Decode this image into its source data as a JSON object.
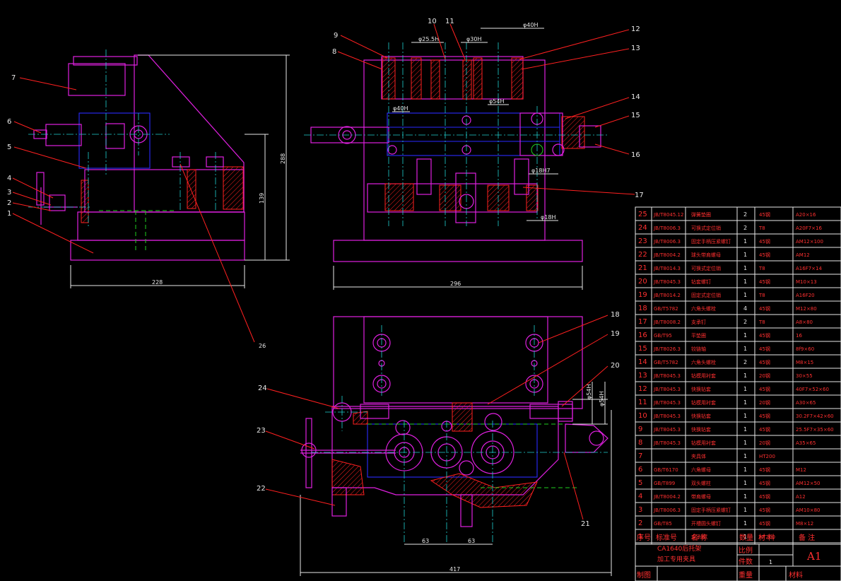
{
  "callouts_left": [
    "7",
    "6",
    "5",
    "4",
    "3",
    "2",
    "1",
    "26"
  ],
  "callouts_top": [
    "9",
    "8",
    "10",
    "11",
    "12",
    "13",
    "14",
    "15",
    "16",
    "17"
  ],
  "callouts_bottom": [
    "18",
    "19",
    "20",
    "24",
    "23",
    "22",
    "21"
  ],
  "dims": {
    "left_width": "228",
    "left_height_outer": "288",
    "left_height_inner": "139",
    "top_width": "296",
    "d1": "φ25.5H",
    "d2": "φ30H",
    "d3": "φ40H",
    "d4": "φ40H",
    "d5": "φ54H",
    "d6": "φ18H7",
    "d7": "φ18H",
    "b_63a": "63",
    "b_63b": "63",
    "b_417": "417",
    "b_v1": "φ54H",
    "b_v2": "φ54H"
  },
  "parts": [
    {
      "no": "25",
      "std": "JB/T8045.12",
      "name": "弹簧垫圈",
      "qty": "2",
      "mat": "45钢",
      "note": "A20×16"
    },
    {
      "no": "24",
      "std": "JB/T8006.3",
      "name": "可换式定位销",
      "qty": "2",
      "mat": "T8",
      "note": "A20F7×16"
    },
    {
      "no": "23",
      "std": "JB/T8006.3",
      "name": "固定手柄压紧螺钉",
      "qty": "1",
      "mat": "45钢",
      "note": "AM12×100"
    },
    {
      "no": "22",
      "std": "JB/T8004.2",
      "name": "球头带肩螺母",
      "qty": "1",
      "mat": "45钢",
      "note": "AM12"
    },
    {
      "no": "21",
      "std": "JB/T8014.3",
      "name": "可换式定位销",
      "qty": "1",
      "mat": "T8",
      "note": "A16F7×14"
    },
    {
      "no": "20",
      "std": "JB/T8045.3",
      "name": "钻套螺钉",
      "qty": "1",
      "mat": "45钢",
      "note": "M10×13"
    },
    {
      "no": "19",
      "std": "JB/T8014.2",
      "name": "固定式定位销",
      "qty": "1",
      "mat": "T8",
      "note": "A16F20"
    },
    {
      "no": "18",
      "std": "GB/T5782",
      "name": "六角头螺栓",
      "qty": "4",
      "mat": "45钢",
      "note": "M12×80"
    },
    {
      "no": "17",
      "std": "JB/T8008.2",
      "name": "支承钉",
      "qty": "2",
      "mat": "T8",
      "note": "A8×80"
    },
    {
      "no": "16",
      "std": "GB/T95",
      "name": "平垫圈",
      "qty": "1",
      "mat": "45钢",
      "note": "16"
    },
    {
      "no": "15",
      "std": "JB/T8026.3",
      "name": "铰链轴",
      "qty": "1",
      "mat": "45钢",
      "note": "8f9×60"
    },
    {
      "no": "14",
      "std": "GB/T5782",
      "name": "六角头螺栓",
      "qty": "2",
      "mat": "45钢",
      "note": "M8×15"
    },
    {
      "no": "13",
      "std": "JB/T8045.3",
      "name": "钻模用衬套",
      "qty": "1",
      "mat": "20钢",
      "note": "30×55"
    },
    {
      "no": "12",
      "std": "JB/T8045.3",
      "name": "快换钻套",
      "qty": "1",
      "mat": "45钢",
      "note": "40F7×52×60"
    },
    {
      "no": "11",
      "std": "JB/T8045.3",
      "name": "钻模用衬套",
      "qty": "1",
      "mat": "20钢",
      "note": "A30×65"
    },
    {
      "no": "10",
      "std": "JB/T8045.3",
      "name": "快换钻套",
      "qty": "1",
      "mat": "45钢",
      "note": "30.2F7×42×60"
    },
    {
      "no": "9",
      "std": "JB/T8045.3",
      "name": "快换钻套",
      "qty": "1",
      "mat": "45钢",
      "note": "25.5F7×35×60"
    },
    {
      "no": "8",
      "std": "JB/T8045.3",
      "name": "钻模用衬套",
      "qty": "1",
      "mat": "20钢",
      "note": "A35×65"
    },
    {
      "no": "7",
      "std": "",
      "name": "夹具体",
      "qty": "1",
      "mat": "HT200",
      "note": ""
    },
    {
      "no": "6",
      "std": "GB/T6170",
      "name": "六角螺母",
      "qty": "1",
      "mat": "45钢",
      "note": "M12"
    },
    {
      "no": "5",
      "std": "GB/T899",
      "name": "双头螺柱",
      "qty": "1",
      "mat": "45钢",
      "note": "AM12×50"
    },
    {
      "no": "4",
      "std": "JB/T8004.2",
      "name": "带肩螺母",
      "qty": "1",
      "mat": "45钢",
      "note": "A12"
    },
    {
      "no": "3",
      "std": "JB/T8006.3",
      "name": "固定手柄压紧螺钉",
      "qty": "1",
      "mat": "45钢",
      "note": "AM10×80"
    },
    {
      "no": "2",
      "std": "GB/T85",
      "name": "开槽圆头螺钉",
      "qty": "1",
      "mat": "45钢",
      "note": "M8×12"
    },
    {
      "no": "1",
      "std": "",
      "name": "支承板",
      "qty": "1",
      "mat": "HT200",
      "note": ""
    }
  ],
  "table_header": {
    "no": "序号",
    "std": "标准号",
    "name": "名    称",
    "qty": "数量",
    "mat": "材  料",
    "note": "备    注"
  },
  "title_block": {
    "line1": "CA1640后托架",
    "line2": "加工专用夹具",
    "scale_label": "比例",
    "count_label": "件数",
    "count_value": "1",
    "weight_label": "重量",
    "material_label": "材料",
    "maker_label": "制图",
    "sheet": "A1"
  },
  "colors": {
    "magenta": "#e020e0",
    "blue": "#2a2aff",
    "cyan": "#20d0d0",
    "red": "#ff2020",
    "green": "#20d020",
    "white": "#e8e8e8"
  }
}
